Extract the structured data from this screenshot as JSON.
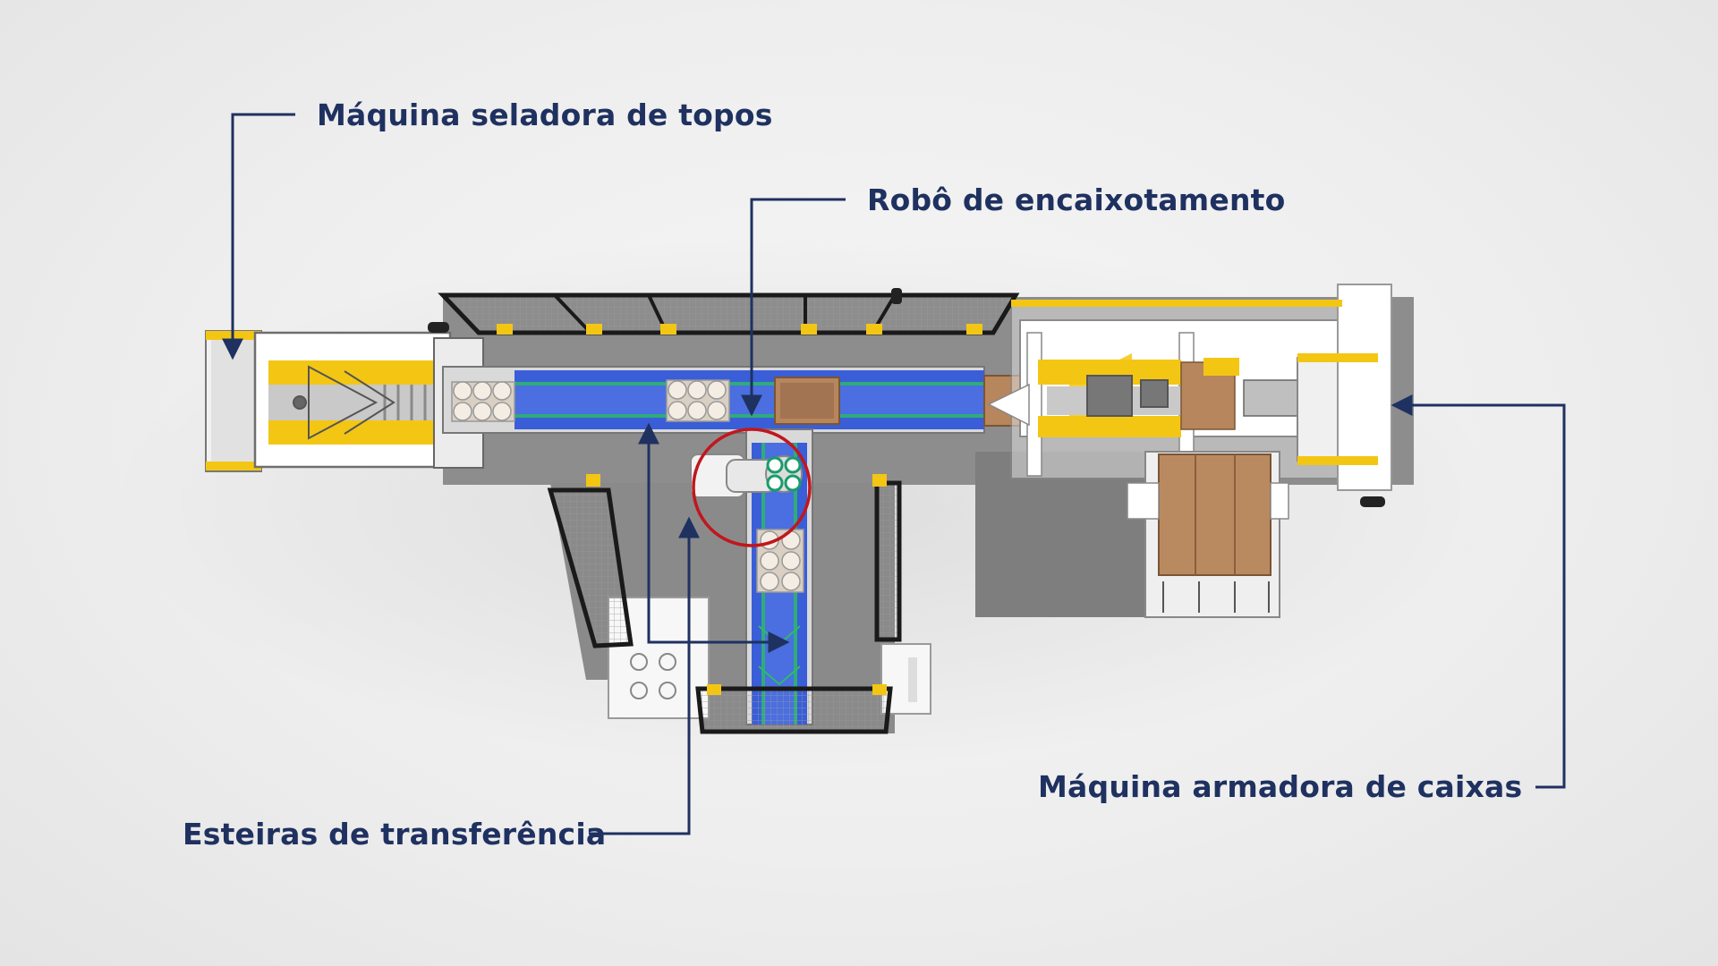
{
  "labels": {
    "top_sealer": "Máquina seladora de topos",
    "case_packing_robot": "Robô de encaixotamento",
    "case_erector": "Máquina armadora de caixas",
    "transfer_conveyors": "Esteiras de transferência"
  },
  "colors": {
    "label_text": "#1f3160",
    "leader_line": "#1f3160",
    "conveyor_belt": "#3a5ed8",
    "machine_frame_accent": "#f3c614",
    "safety_fence": "#1a1a1a",
    "highlight_circle": "#c0171d",
    "carton": "#b7865c",
    "floor": "#8c8c8c"
  }
}
